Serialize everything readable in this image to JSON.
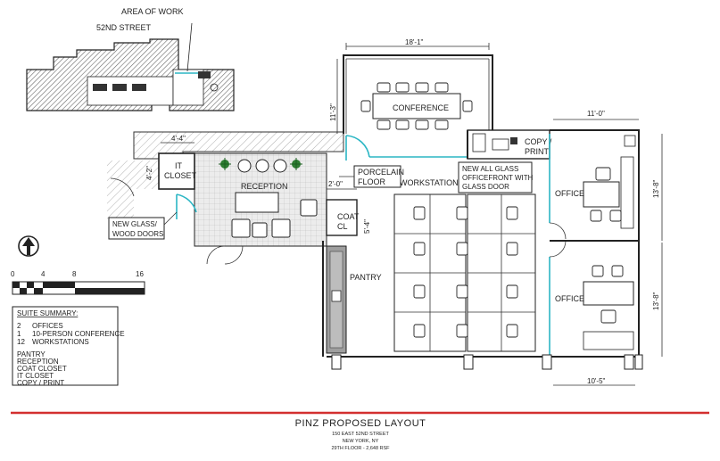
{
  "keyplan": {
    "area_label": "AREA OF WORK",
    "street_label": "52ND STREET"
  },
  "rooms": {
    "conference": "CONFERENCE",
    "it_closet_1": "IT",
    "it_closet_2": "CLOSET",
    "reception": "RECEPTION",
    "workstations": "WORKSTATIONS",
    "pantry": "PANTRY",
    "coat_1": "COAT",
    "coat_2": "CL",
    "copy_print_1": "COPY /",
    "copy_print_2": "PRINT",
    "office_top": "OFFICE",
    "office_bottom": "OFFICE"
  },
  "callouts": {
    "porcelain_1": "PORCELAIN",
    "porcelain_2": "FLOOR",
    "glass_front_1": "NEW ALL GLASS",
    "glass_front_2": "OFFICEFRONT WITH",
    "glass_front_3": "GLASS DOOR",
    "glass_doors_1": "NEW GLASS/",
    "glass_doors_2": "WOOD DOORS"
  },
  "dimensions": {
    "conf_width": "18'-1\"",
    "conf_depth": "11'-3\"",
    "it_width": "4'-4\"",
    "it_depth": "4'-2\"",
    "coat_width": "2'-0\"",
    "coat_depth": "5'-4\"",
    "office_width": "11'-0\"",
    "office_top_depth": "13'-8\"",
    "office_bottom_depth": "13'-8\"",
    "office_bottom_width": "10'-5\""
  },
  "scale": {
    "tick_0": "0",
    "tick_4": "4",
    "tick_8": "8",
    "tick_16": "16"
  },
  "summary": {
    "title": "SUITE SUMMARY:",
    "rows": [
      {
        "count": "2",
        "label": "OFFICES"
      },
      {
        "count": "1",
        "label": "10-PERSON CONFERENCE"
      },
      {
        "count": "12",
        "label": "WORKSTATIONS"
      }
    ],
    "extras": [
      "PANTRY",
      "RECEPTION",
      "COAT CLOSET",
      "IT CLOSET",
      "COPY / PRINT"
    ]
  },
  "title_block": {
    "title": "PINZ PROPOSED LAYOUT",
    "address": "150 EAST 52ND STREET",
    "city": "NEW YORK, NY",
    "floor": "29TH FLOOR - 2,648 RSF"
  },
  "colors": {
    "rule": "#d32f2f",
    "glass": "#2bb6c4",
    "hatch": "#888888"
  }
}
